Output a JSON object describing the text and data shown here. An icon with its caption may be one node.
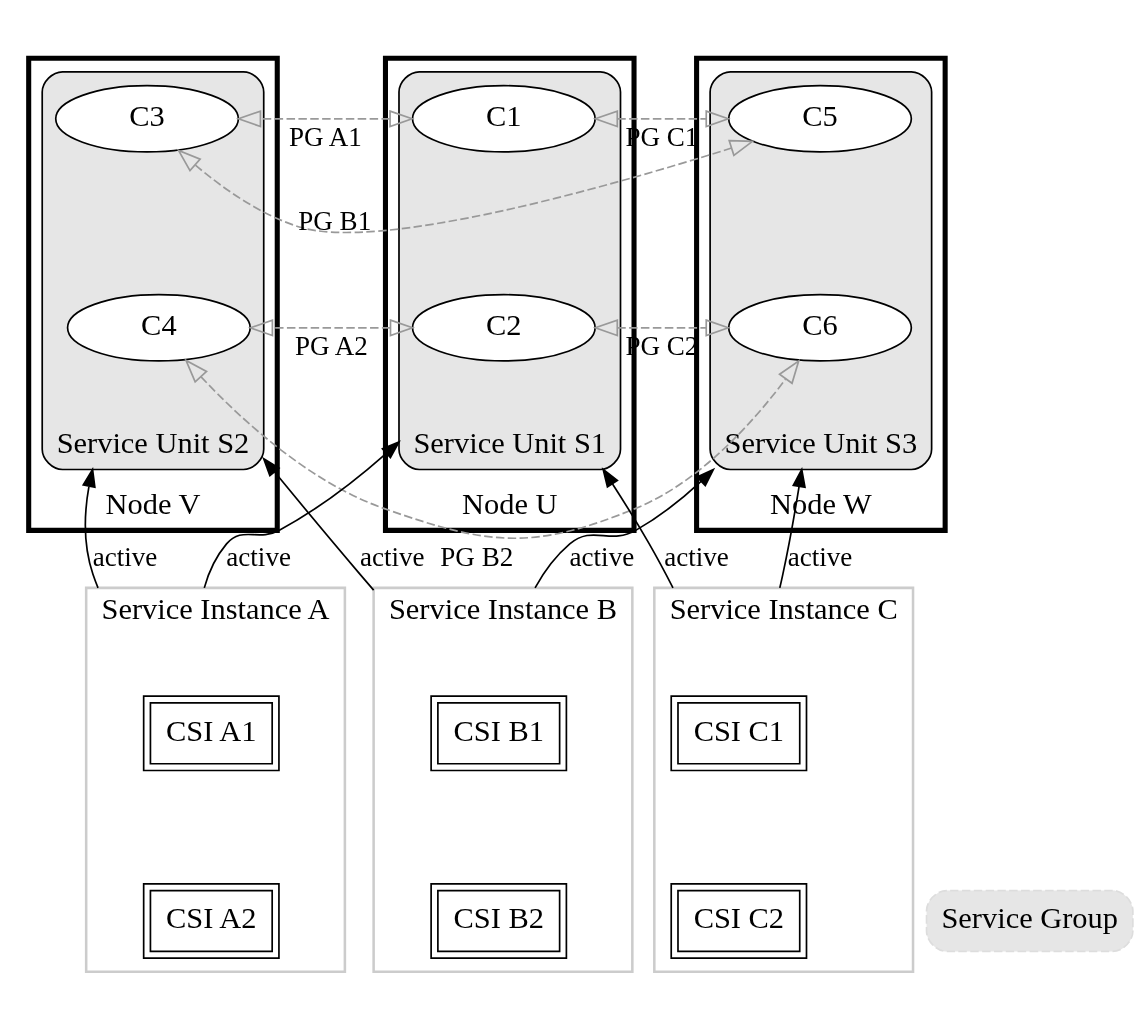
{
  "diagram": {
    "nodes": [
      {
        "text": [
          "Node U"
        ]
      },
      {
        "text": [
          "Node V"
        ]
      },
      {
        "text": [
          "Node W"
        ]
      },
      {
        "text": [
          "Service Group"
        ]
      },
      {
        "text": [
          "Service Unit S1"
        ],
        "in": 0
      },
      {
        "text": [
          "C1"
        ],
        "in": 4
      },
      {
        "text": [
          "C2"
        ],
        "in": 4
      },
      {
        "text": [
          "Service Unit S2"
        ],
        "in": 1
      },
      {
        "text": [
          "C3"
        ],
        "in": 7
      },
      {
        "text": [
          "C4"
        ],
        "in": 7
      },
      {
        "text": [
          "Service Unit S3"
        ],
        "in": 2
      },
      {
        "text": [
          "C5"
        ],
        "in": 10
      },
      {
        "text": [
          "C6"
        ],
        "in": 10
      },
      {
        "text": [
          "Service Instance A"
        ]
      },
      {
        "text": [
          "CSI A1"
        ],
        "in": 13
      },
      {
        "text": [
          "CSI A2"
        ],
        "in": 13
      },
      {
        "text": [
          "Service Instance B"
        ]
      },
      {
        "text": [
          "CSI B1"
        ],
        "in": 16
      },
      {
        "text": [
          "CSI B2"
        ],
        "in": 16
      },
      {
        "text": [
          "Service Instance C"
        ]
      },
      {
        "text": [
          "CSI C1"
        ],
        "in": 19
      },
      {
        "text": [
          "CSI C2"
        ],
        "in": 19
      }
    ],
    "edges": [
      {
        "from": 5,
        "to": 8,
        "arrow": "both",
        "label": "PG A1",
        "style": "dashed",
        "color": "#999999"
      },
      {
        "from": 5,
        "to": 11,
        "arrow": "both",
        "label": "PG C1",
        "style": "dashed",
        "color": "#999999"
      },
      {
        "from": 8,
        "to": 11,
        "arrow": "both",
        "label": "PG B1",
        "style": "dashed",
        "color": "#999999"
      },
      {
        "from": 6,
        "to": 9,
        "arrow": "both",
        "label": "PG A2",
        "style": "dashed",
        "color": "#999999"
      },
      {
        "from": 6,
        "to": 12,
        "arrow": "both",
        "label": "PG C2",
        "style": "dashed",
        "color": "#999999"
      },
      {
        "from": 9,
        "to": 12,
        "arrow": "both",
        "label": "PG B2",
        "style": "dashed",
        "color": "#999999"
      },
      {
        "from": 13,
        "to": 4,
        "arrow": "to",
        "label": "active",
        "color": "#000000"
      },
      {
        "from": 13,
        "to": 7,
        "arrow": "to",
        "label": "active",
        "color": "#000000"
      },
      {
        "from": 19,
        "to": 4,
        "arrow": "to",
        "label": "active",
        "color": "#000000"
      },
      {
        "from": 16,
        "to": 7,
        "arrow": "to",
        "label": "active",
        "color": "#000000"
      },
      {
        "from": 16,
        "to": 10,
        "arrow": "to",
        "label": "active",
        "color": "#000000"
      },
      {
        "from": 19,
        "to": 10,
        "arrow": "to",
        "label": "active",
        "color": "#000000"
      }
    ]
  }
}
